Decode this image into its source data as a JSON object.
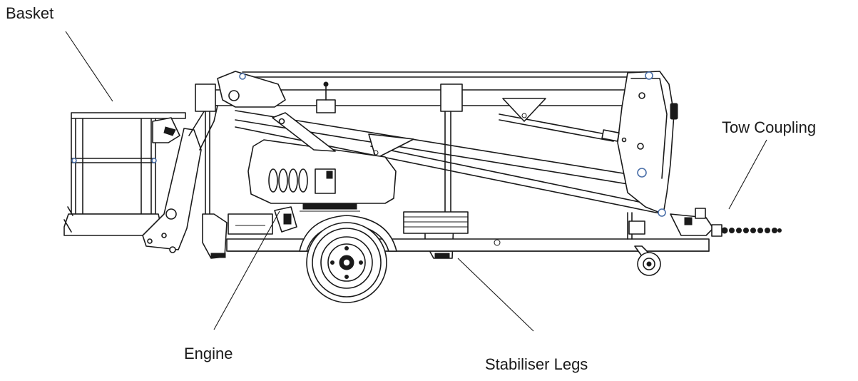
{
  "labels": {
    "basket": "Basket",
    "tow_coupling": "Tow Coupling",
    "engine": "Engine",
    "stabiliser_legs": "Stabiliser Legs"
  },
  "colors": {
    "line": "#1a1a1a",
    "pivot": "#4a6fa8",
    "background": "#ffffff"
  }
}
